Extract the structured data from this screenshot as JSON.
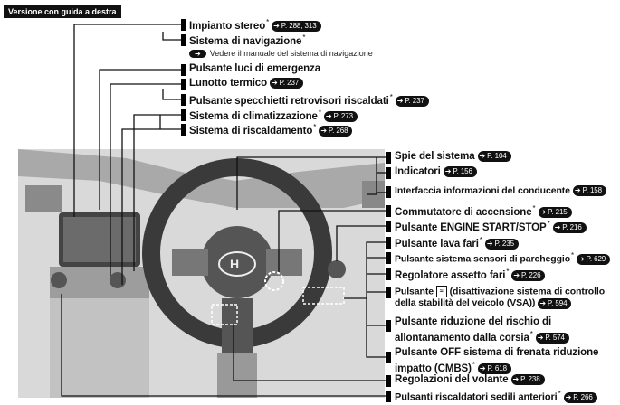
{
  "header": {
    "title": "Versione con guida a destra"
  },
  "labels": {
    "stereo": {
      "text": "Impianto stereo",
      "star": "*",
      "ref": "P. 288, 313"
    },
    "navi": {
      "text": "Sistema di navigazione",
      "star": "*"
    },
    "navi_note": {
      "pill": "",
      "text": "Vedere il manuale del sistema di navigazione"
    },
    "hazard": {
      "text": "Pulsante luci di emergenza"
    },
    "rear_defrost": {
      "text": "Lunotto termico",
      "ref": "P. 237"
    },
    "mirror_heat": {
      "text": "Pulsante specchietti retrovisori riscaldati",
      "star": "*",
      "ref": "P. 237"
    },
    "climate": {
      "text": "Sistema di climatizzazione",
      "star": "*",
      "ref": "P. 273"
    },
    "heating": {
      "text": "Sistema di riscaldamento",
      "star": "*",
      "ref": "P. 268"
    },
    "warning": {
      "text": "Spie del sistema",
      "ref": "P. 104"
    },
    "gauges": {
      "text": "Indicatori",
      "ref": "P. 156"
    },
    "info_iface": {
      "text": "Interfaccia informazioni del conducente",
      "ref": "P. 158"
    },
    "ignition": {
      "text": "Commutatore di accensione",
      "star": "*",
      "ref": "P. 215"
    },
    "engine_btn": {
      "text": "Pulsante ENGINE START/STOP",
      "star": "*",
      "ref": "P. 216"
    },
    "washer": {
      "text": "Pulsante lava fari",
      "star": "*",
      "ref": "P. 235"
    },
    "parking": {
      "text": "Pulsante sistema sensori di parcheggio",
      "star": "*",
      "ref": "P. 629"
    },
    "headlight_adj": {
      "text": "Regolatore assetto fari",
      "star": "*",
      "ref": "P. 226"
    },
    "vsa_line1": "Pulsante",
    "vsa_line1b": "(disattivazione sistema di controllo",
    "vsa_line2": "della stabilità del veicolo (VSA))",
    "vsa_ref": "P. 594",
    "rdm_line1": "Pulsante riduzione del rischio di",
    "rdm_line2": "allontanamento dalla corsia",
    "rdm_star": "*",
    "rdm_ref": "P. 574",
    "cmbs_line1": "Pulsante OFF sistema di frenata riduzione",
    "cmbs_line2": "impatto (CMBS)",
    "cmbs_star": "*",
    "cmbs_ref": "P. 618",
    "steering": {
      "text": "Regolazioni del volante",
      "ref": "P. 238"
    },
    "seat_heat": {
      "text": "Pulsanti riscaldatori sedili anteriori",
      "star": "*",
      "ref": "P. 266"
    }
  },
  "colors": {
    "ink": "#111111",
    "dash": "#b8b8b8"
  }
}
